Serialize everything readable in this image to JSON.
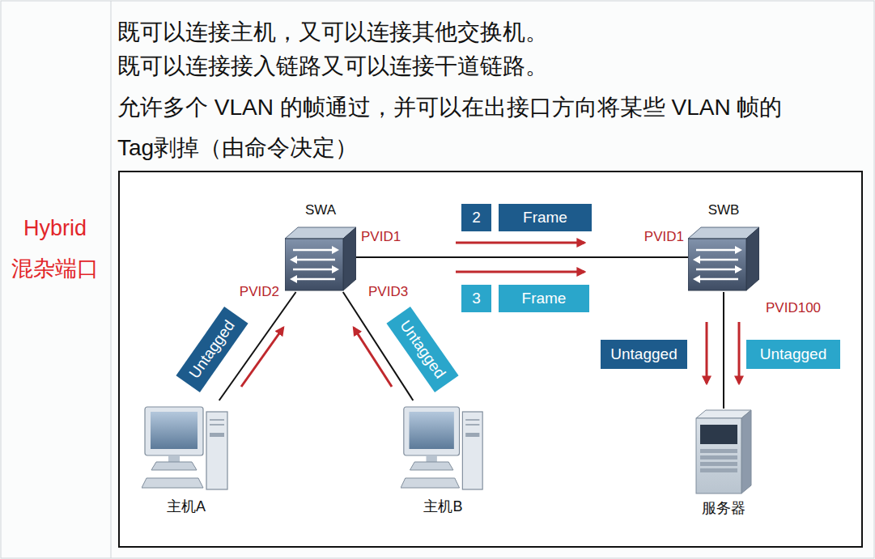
{
  "diagram": {
    "nodes": [
      {
        "text": [
          "SWA"
        ]
      },
      {
        "text": [
          "SWB"
        ]
      },
      {
        "text": [
          "2"
        ]
      },
      {
        "text": [
          "Frame"
        ]
      },
      {
        "text": [
          "3"
        ]
      },
      {
        "text": [
          "Frame"
        ]
      },
      {
        "text": [
          "Untagged"
        ]
      },
      {
        "text": [
          "Untagged"
        ]
      },
      {
        "text": [
          "Untagged"
        ]
      },
      {
        "text": [
          "Untagged"
        ]
      },
      {
        "text": [
          "主机A"
        ]
      },
      {
        "text": [
          "主机B"
        ]
      },
      {
        "text": [
          "服务器"
        ]
      }
    ],
    "edges": [
      {
        "from": 10,
        "to": 0,
        "arrow": "none"
      },
      {
        "from": 11,
        "to": 0,
        "arrow": "none"
      },
      {
        "from": 0,
        "to": 1,
        "arrow": "none"
      },
      {
        "from": 1,
        "to": 12,
        "arrow": "none"
      }
    ],
    "labels": [
      "Hybrid",
      "混杂端口",
      "既可以连接主机，又可以连接其他交换机。",
      "既可以连接接入链路又可以连接干道链路。",
      "允许多个 VLAN 的帧通过，并可以在出接口方向将某些 VLAN 帧的 Tag剥掉（由命令决定）",
      "PVID1",
      "PVID2",
      "PVID3",
      "PVID1",
      "PVID100"
    ]
  }
}
